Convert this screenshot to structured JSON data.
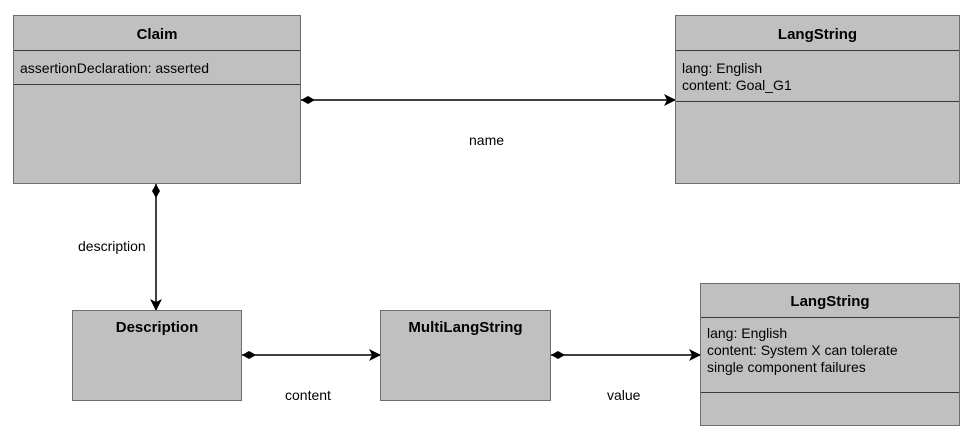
{
  "classes": {
    "claim": {
      "title": "Claim",
      "attributes": [
        "assertionDeclaration: asserted"
      ]
    },
    "langstring_top": {
      "title": "LangString",
      "attributes": [
        "lang: English",
        "content: Goal_G1"
      ]
    },
    "description": {
      "title": "Description"
    },
    "multilangstring": {
      "title": "MultiLangString"
    },
    "langstring_bottom": {
      "title": "LangString",
      "attributes": [
        "lang: English",
        "content: System X can tolerate",
        "single component failures"
      ]
    }
  },
  "associations": {
    "name": "name",
    "description": "description",
    "content": "content",
    "value": "value"
  }
}
